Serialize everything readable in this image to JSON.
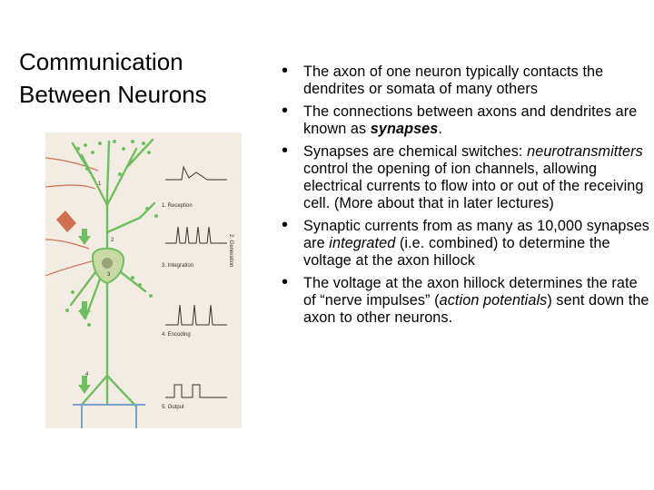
{
  "slide": {
    "title_line1": "Communication",
    "title_line2": "Between Neurons"
  },
  "figure": {
    "labels": {
      "n1": "1",
      "n2": "2",
      "n3": "3",
      "n4": "4",
      "reception": "1. Reception",
      "integration": "3. Integration",
      "encoding": "4. Encoding",
      "output": "5. Output",
      "generation": "2. Generation"
    }
  },
  "bullets": [
    {
      "parts": [
        {
          "t": "The axon of one neuron typically contacts the dendrites or somata of many others"
        }
      ]
    },
    {
      "parts": [
        {
          "t": "The connections between axons and dendrites are known as "
        },
        {
          "t": "synapses",
          "i": true,
          "b": true
        },
        {
          "t": "."
        }
      ]
    },
    {
      "parts": [
        {
          "t": "Synapses are chemical switches: "
        },
        {
          "t": "neurotransmitters",
          "i": true
        },
        {
          "t": " control the opening of ion channels, allowing electrical currents to flow into or out of the receiving cell. (More about that in later lectures)"
        }
      ]
    },
    {
      "parts": [
        {
          "t": "Synaptic currents from as many as 10,000 synapses are "
        },
        {
          "t": "integrated",
          "i": true
        },
        {
          "t": " (i.e. combined) to determine the voltage at the axon hillock"
        }
      ]
    },
    {
      "parts": [
        {
          "t": "The voltage at the axon hillock determines the rate of “nerve impulses” ("
        },
        {
          "t": "action potentials",
          "i": true
        },
        {
          "t": ") sent down the axon to other neurons."
        }
      ]
    }
  ],
  "bullet_symbol": "•"
}
